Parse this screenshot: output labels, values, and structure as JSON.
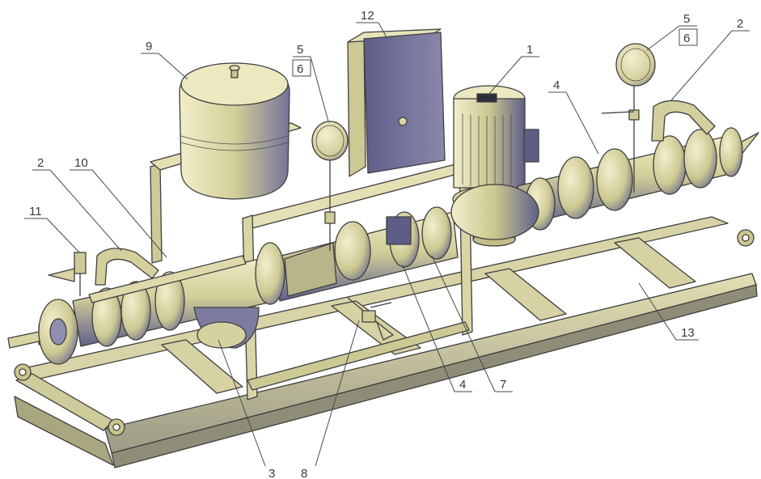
{
  "palette": {
    "metal_light": "#e6e2b8",
    "metal_mid": "#c9c58d",
    "metal_dark": "#6b6a8c",
    "shadow_blue": "#5b5b88",
    "outline": "#3f3f3f"
  },
  "callouts": [
    {
      "id": "c1",
      "label": "1"
    },
    {
      "id": "c2a",
      "label": "2"
    },
    {
      "id": "c2b",
      "label": "2"
    },
    {
      "id": "c3",
      "label": "3"
    },
    {
      "id": "c4a",
      "label": "4"
    },
    {
      "id": "c4b",
      "label": "4"
    },
    {
      "id": "c5a",
      "label": "5"
    },
    {
      "id": "c6a",
      "label": "6"
    },
    {
      "id": "c5b",
      "label": "5"
    },
    {
      "id": "c6b",
      "label": "6"
    },
    {
      "id": "c7",
      "label": "7"
    },
    {
      "id": "c8",
      "label": "8"
    },
    {
      "id": "c9",
      "label": "9"
    },
    {
      "id": "c10",
      "label": "10"
    },
    {
      "id": "c11",
      "label": "11"
    },
    {
      "id": "c12",
      "label": "12"
    },
    {
      "id": "c13",
      "label": "13"
    }
  ]
}
